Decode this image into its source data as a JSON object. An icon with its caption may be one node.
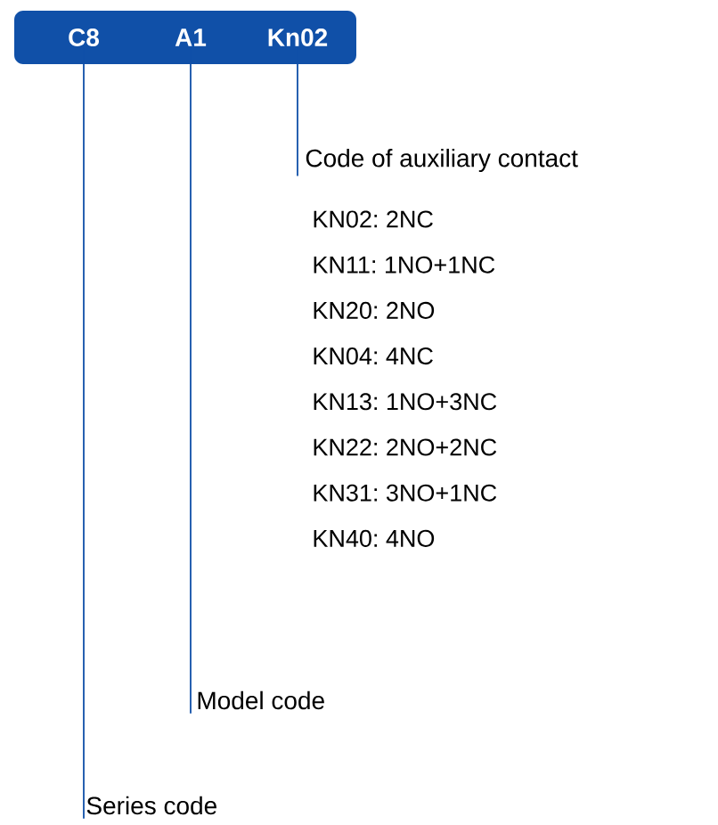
{
  "diagram": {
    "nodes": [
      {
        "text": [],
        "shape": "bar"
      },
      {
        "text": [
          "C8"
        ],
        "in": 0
      },
      {
        "text": [
          "A1"
        ],
        "in": 0
      },
      {
        "text": [
          "Kn02"
        ],
        "in": 0
      },
      {
        "text": [
          "Code of auxiliary contact"
        ]
      },
      {
        "text": [
          "Model code"
        ]
      },
      {
        "text": [
          "Series code"
        ]
      }
    ],
    "edges": [
      {
        "from": 3,
        "to": 4,
        "arrow": "none"
      },
      {
        "from": 2,
        "to": 5,
        "arrow": "none"
      },
      {
        "from": 1,
        "to": 6,
        "arrow": "none"
      }
    ],
    "labels": [
      "KN02: 2NC",
      "KN11: 1NO+1NC",
      "KN20: 2NO",
      "KN04: 4NC",
      "KN13: 1NO+3NC",
      "KN22: 2NO+2NC",
      "KN31: 3NO+1NC",
      "KN40: 4NO"
    ]
  }
}
